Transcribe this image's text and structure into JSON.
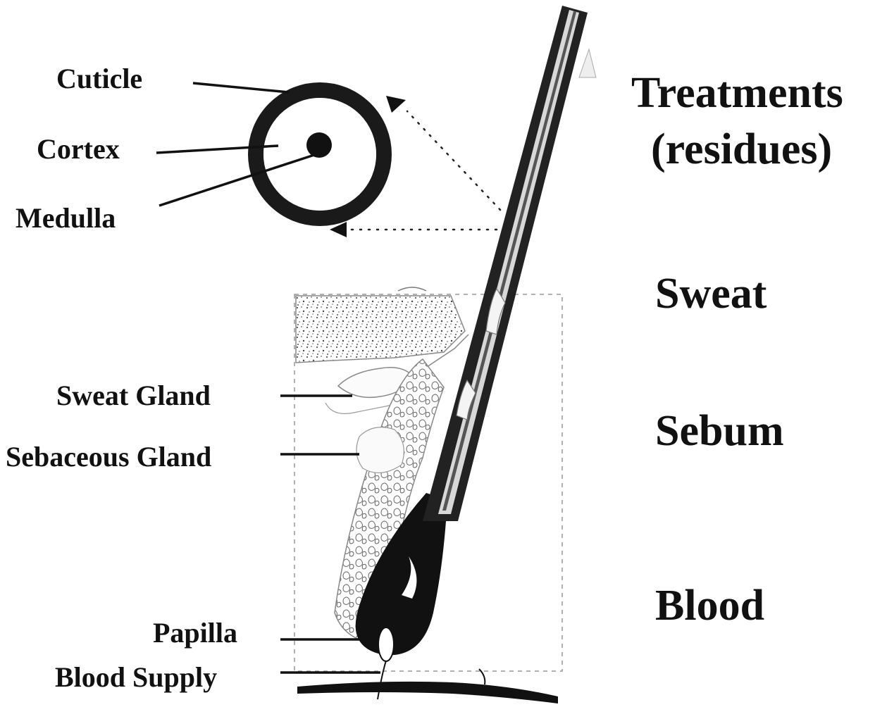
{
  "cross_section_labels": {
    "cuticle": "Cuticle",
    "cortex": "Cortex",
    "medulla": "Medulla"
  },
  "follicle_labels": {
    "sweat_gland": "Sweat Gland",
    "sebaceous_gland": "Sebaceous Gland",
    "papilla": "Papilla",
    "blood_supply": "Blood Supply"
  },
  "sources": {
    "treatments_line1": "Treatments",
    "treatments_line2": "(residues)",
    "sweat": "Sweat",
    "sebum": "Sebum",
    "blood": "Blood"
  }
}
